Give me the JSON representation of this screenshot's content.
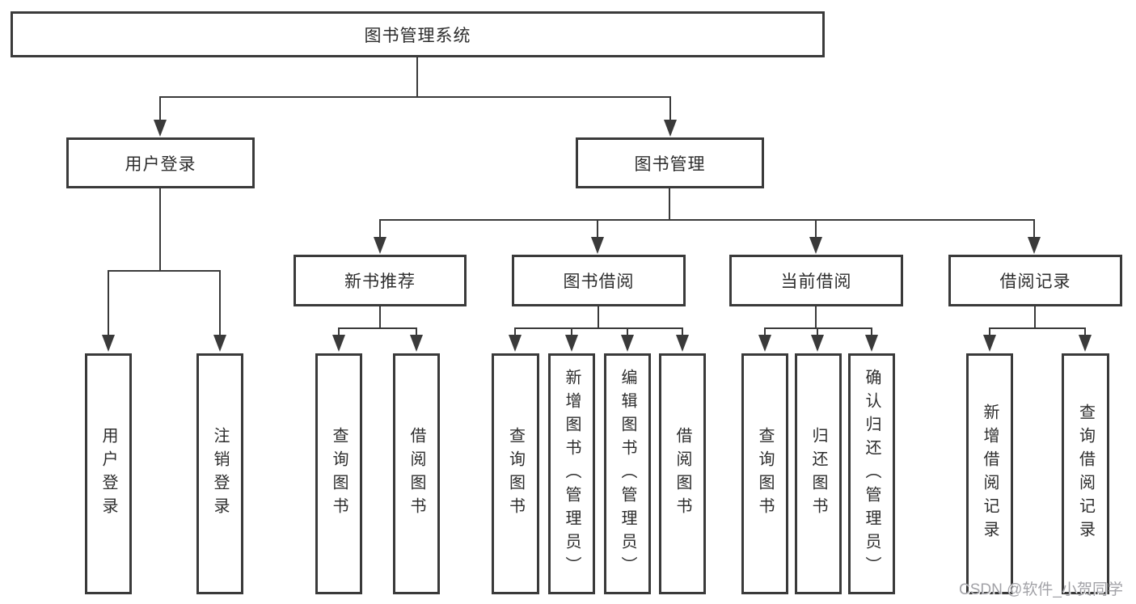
{
  "tree": {
    "label": "图书管理系统",
    "children": [
      {
        "label": "用户登录",
        "children": [
          {
            "label": "用户登录"
          },
          {
            "label": "注销登录"
          }
        ]
      },
      {
        "label": "图书管理",
        "children": [
          {
            "label": "新书推荐",
            "children": [
              {
                "label": "查询图书"
              },
              {
                "label": "借阅图书"
              }
            ]
          },
          {
            "label": "图书借阅",
            "children": [
              {
                "label": "查询图书"
              },
              {
                "label": "新增图书（管理员）"
              },
              {
                "label": "编辑图书（管理员）"
              },
              {
                "label": "借阅图书"
              }
            ]
          },
          {
            "label": "当前借阅",
            "children": [
              {
                "label": "查询图书"
              },
              {
                "label": "归还图书"
              },
              {
                "label": "确认归还（管理员）"
              }
            ]
          },
          {
            "label": "借阅记录",
            "children": [
              {
                "label": "新增借阅记录"
              },
              {
                "label": "查询借阅记录"
              }
            ]
          }
        ]
      }
    ]
  },
  "watermark": {
    "text": "CSDN @软件_小贺同学"
  },
  "colors": {
    "line": "#3a3a3a",
    "text": "#2d2d2d",
    "watermark": "#a2a2a7",
    "background": "#ffffff"
  }
}
